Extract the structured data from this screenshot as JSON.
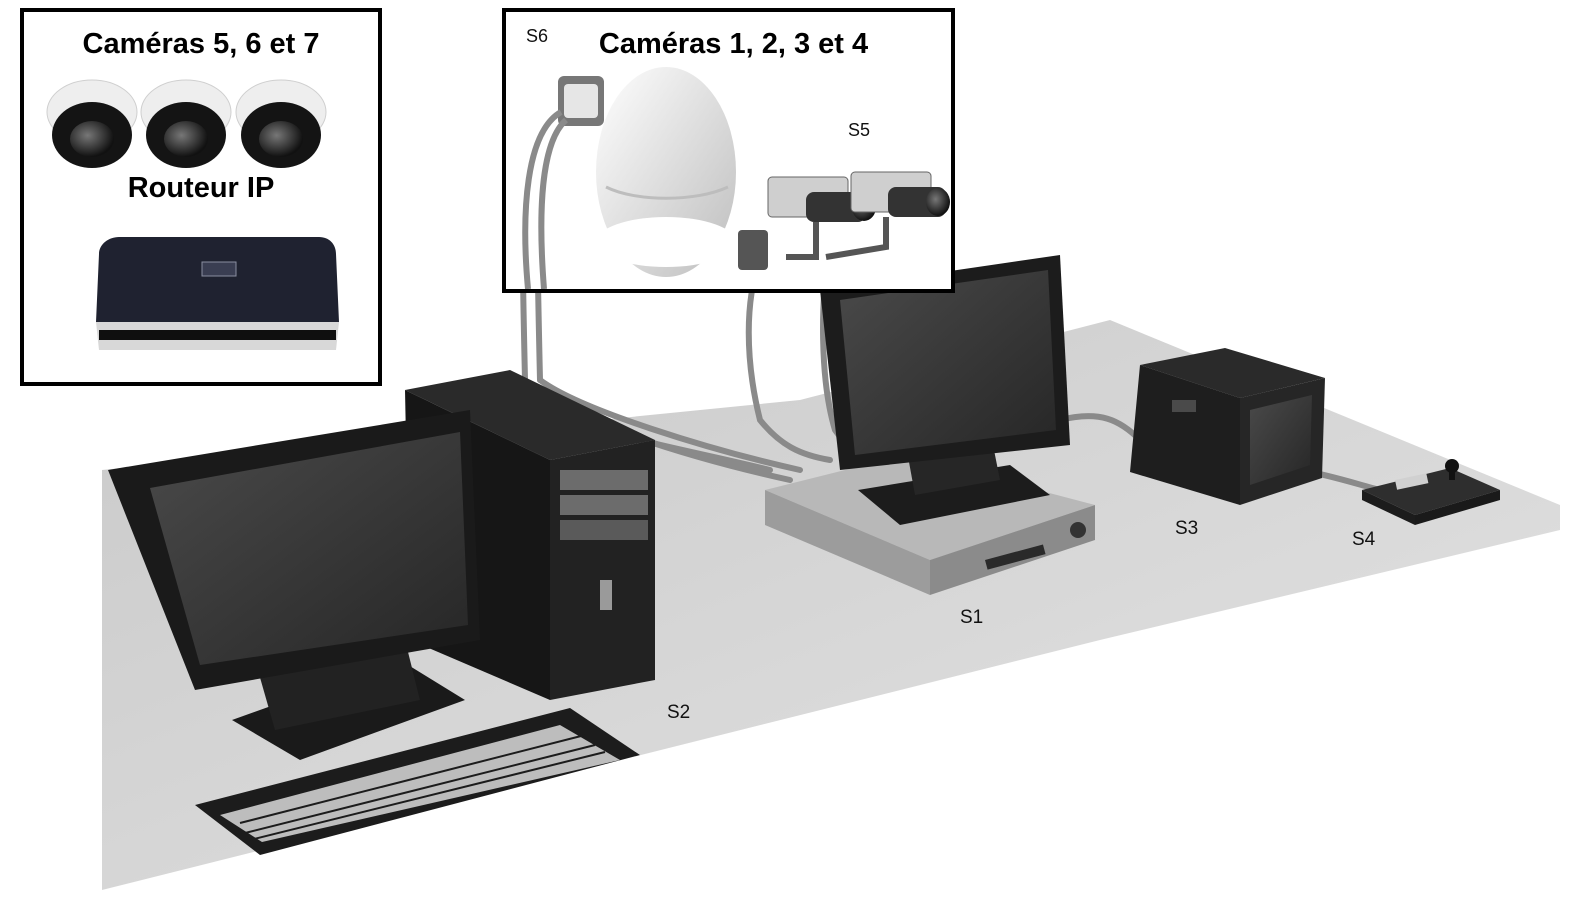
{
  "inset_left": {
    "title": "Caméras 5, 6 et 7",
    "router_title": "Routeur IP"
  },
  "inset_right": {
    "title": "Caméras 1, 2, 3 et 4",
    "label_s6": "S6",
    "label_s5": "S5"
  },
  "labels": {
    "s1": "S1",
    "s2": "S2",
    "s3": "S3",
    "s4": "S4"
  },
  "colors": {
    "floor": "#d7d7d7",
    "device_dark": "#1c1c1c",
    "screen": "#2e2e2e",
    "cable": "#8a8a8a"
  }
}
